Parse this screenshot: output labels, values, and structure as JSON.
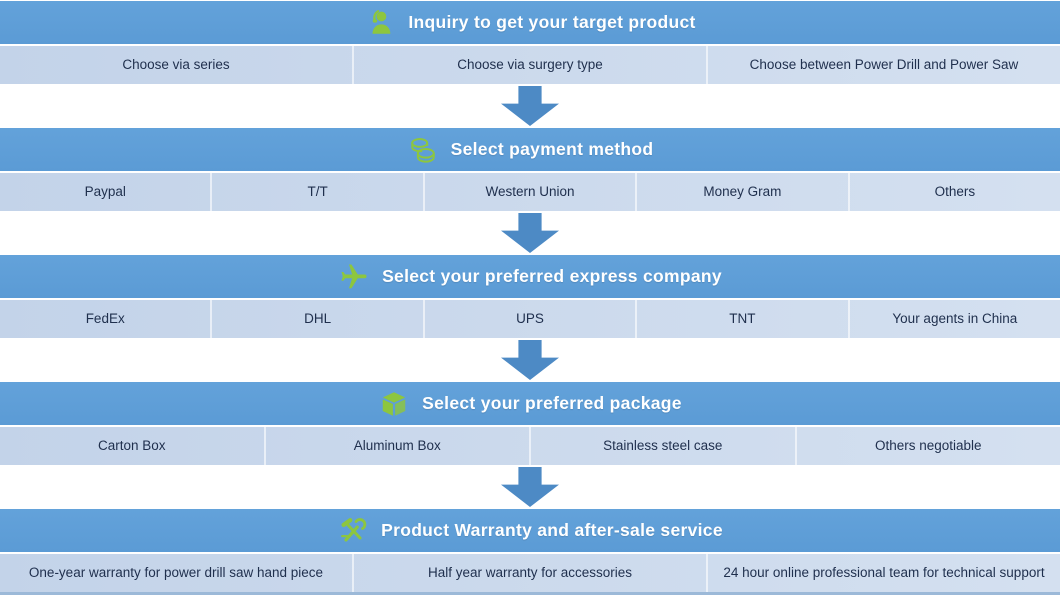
{
  "colors": {
    "header_bg": "#5b9bd5",
    "header_bg_top": "#63a2da",
    "header_text": "#ffffff",
    "row_bg_left": "#c3d3e9",
    "row_bg_right": "#d4e0f0",
    "cell_text": "#1f2f4d",
    "arrow": "#4d8ac5",
    "icon_green": "#8dc63f"
  },
  "sections": [
    {
      "icon": "support-agent-icon",
      "title": "Inquiry to get your target product",
      "options": [
        "Choose via series",
        "Choose via surgery type",
        "Choose between Power Drill and Power Saw"
      ]
    },
    {
      "icon": "coins-icon",
      "title": "Select payment method",
      "options": [
        "Paypal",
        "T/T",
        "Western Union",
        "Money Gram",
        "Others"
      ]
    },
    {
      "icon": "airplane-icon",
      "title": "Select your preferred express company",
      "options": [
        "FedEx",
        "DHL",
        "UPS",
        "TNT",
        "Your agents in China"
      ]
    },
    {
      "icon": "package-box-icon",
      "title": "Select your preferred package",
      "options": [
        "Carton Box",
        "Aluminum Box",
        "Stainless steel case",
        "Others negotiable"
      ]
    },
    {
      "icon": "crossed-tools-icon",
      "title": "Product Warranty and after-sale service",
      "options": [
        "One-year warranty for power drill saw hand piece",
        "Half year warranty for accessories",
        "24 hour online professional team for technical support"
      ]
    }
  ]
}
